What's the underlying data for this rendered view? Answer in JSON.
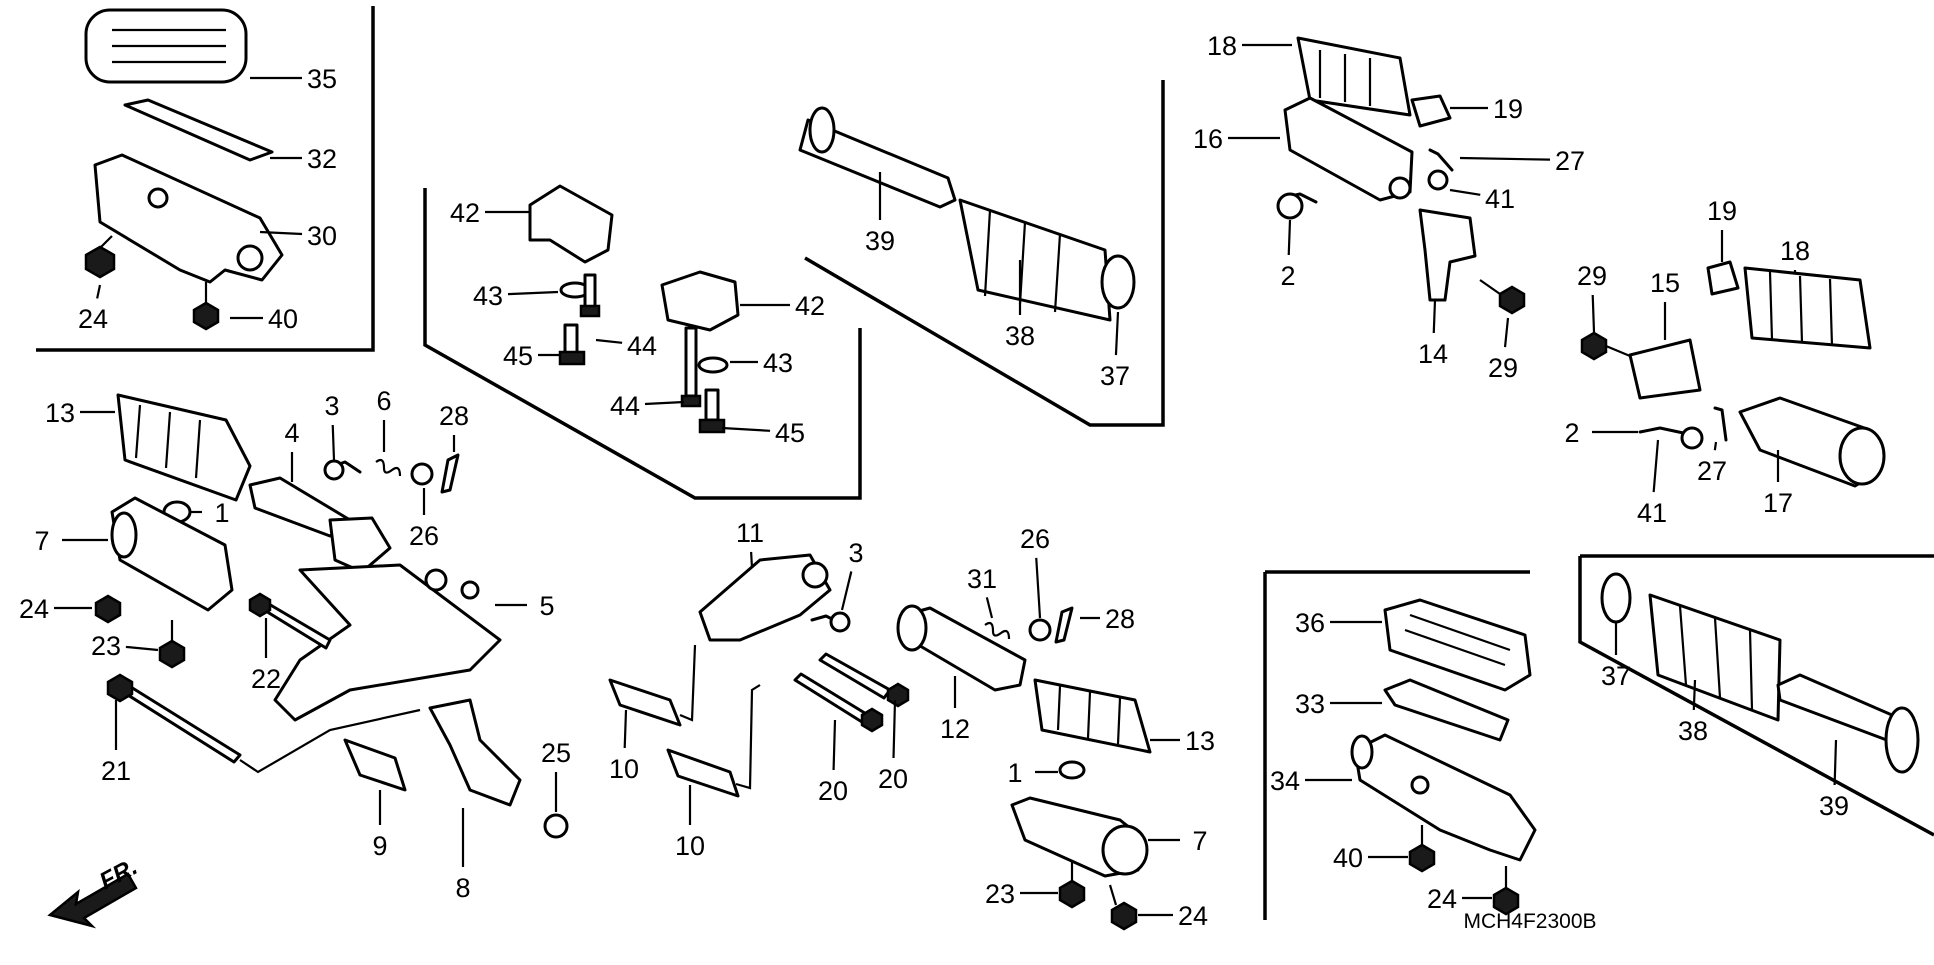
{
  "diagram": {
    "code": "MCH4F2300B",
    "front_arrow_label": "FR.",
    "colors": {
      "line": "#000000",
      "background": "#ffffff"
    },
    "callouts": [
      {
        "id": "c35",
        "label": "35"
      },
      {
        "id": "c32",
        "label": "32"
      },
      {
        "id": "c30",
        "label": "30"
      },
      {
        "id": "c24a",
        "label": "24"
      },
      {
        "id": "c40a",
        "label": "40"
      },
      {
        "id": "c42a",
        "label": "42"
      },
      {
        "id": "c43a",
        "label": "43"
      },
      {
        "id": "c45a",
        "label": "45"
      },
      {
        "id": "c44a",
        "label": "44"
      },
      {
        "id": "c42b",
        "label": "42"
      },
      {
        "id": "c43b",
        "label": "43"
      },
      {
        "id": "c44b",
        "label": "44"
      },
      {
        "id": "c45b",
        "label": "45"
      },
      {
        "id": "c39a",
        "label": "39"
      },
      {
        "id": "c38a",
        "label": "38"
      },
      {
        "id": "c37a",
        "label": "37"
      },
      {
        "id": "c18a",
        "label": "18"
      },
      {
        "id": "c19a",
        "label": "19"
      },
      {
        "id": "c16",
        "label": "16"
      },
      {
        "id": "c27a",
        "label": "27"
      },
      {
        "id": "c41a",
        "label": "41"
      },
      {
        "id": "c2a",
        "label": "2"
      },
      {
        "id": "c14",
        "label": "14"
      },
      {
        "id": "c29a",
        "label": "29"
      },
      {
        "id": "c19b",
        "label": "19"
      },
      {
        "id": "c18b",
        "label": "18"
      },
      {
        "id": "c29b",
        "label": "29"
      },
      {
        "id": "c15",
        "label": "15"
      },
      {
        "id": "c2b",
        "label": "2"
      },
      {
        "id": "c41b",
        "label": "41"
      },
      {
        "id": "c27b",
        "label": "27"
      },
      {
        "id": "c17",
        "label": "17"
      },
      {
        "id": "c13a",
        "label": "13"
      },
      {
        "id": "c3a",
        "label": "3"
      },
      {
        "id": "c6",
        "label": "6"
      },
      {
        "id": "c28a",
        "label": "28"
      },
      {
        "id": "c4",
        "label": "4"
      },
      {
        "id": "c1a",
        "label": "1"
      },
      {
        "id": "c26a",
        "label": "26"
      },
      {
        "id": "c7a",
        "label": "7"
      },
      {
        "id": "c24b",
        "label": "24"
      },
      {
        "id": "c23a",
        "label": "23"
      },
      {
        "id": "c22",
        "label": "22"
      },
      {
        "id": "c5",
        "label": "5"
      },
      {
        "id": "c21",
        "label": "21"
      },
      {
        "id": "c9",
        "label": "9"
      },
      {
        "id": "c8",
        "label": "8"
      },
      {
        "id": "c25",
        "label": "25"
      },
      {
        "id": "c11",
        "label": "11"
      },
      {
        "id": "c3b",
        "label": "3"
      },
      {
        "id": "c26b",
        "label": "26"
      },
      {
        "id": "c31",
        "label": "31"
      },
      {
        "id": "c28b",
        "label": "28"
      },
      {
        "id": "c10a",
        "label": "10"
      },
      {
        "id": "c10b",
        "label": "10"
      },
      {
        "id": "c20a",
        "label": "20"
      },
      {
        "id": "c20b",
        "label": "20"
      },
      {
        "id": "c12",
        "label": "12"
      },
      {
        "id": "c13b",
        "label": "13"
      },
      {
        "id": "c1b",
        "label": "1"
      },
      {
        "id": "c7b",
        "label": "7"
      },
      {
        "id": "c23b",
        "label": "23"
      },
      {
        "id": "c24c",
        "label": "24"
      },
      {
        "id": "c36",
        "label": "36"
      },
      {
        "id": "c33",
        "label": "33"
      },
      {
        "id": "c34",
        "label": "34"
      },
      {
        "id": "c40b",
        "label": "40"
      },
      {
        "id": "c24d",
        "label": "24"
      },
      {
        "id": "c37b",
        "label": "37"
      },
      {
        "id": "c38b",
        "label": "38"
      },
      {
        "id": "c39b",
        "label": "39"
      }
    ]
  }
}
